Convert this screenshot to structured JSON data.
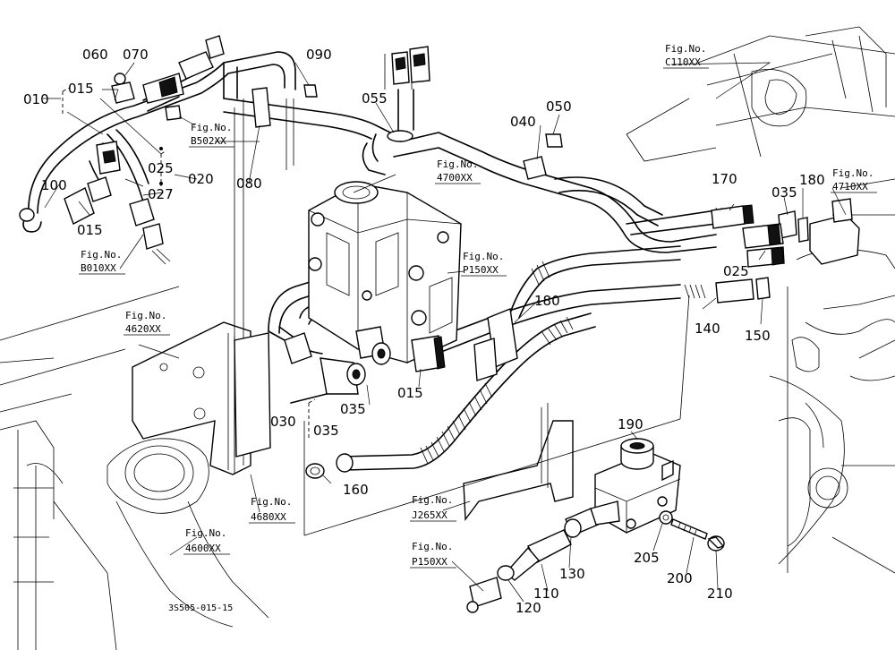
{
  "parts": {
    "p010": "010",
    "p015a": "015",
    "p060": "060",
    "p070": "070",
    "p090": "090",
    "p055": "055",
    "p040": "040",
    "p050": "050",
    "p100": "100",
    "p015b": "015",
    "p025a": "025",
    "p027": "027",
    "p020": "020",
    "p080": "080",
    "p170": "170",
    "p035a": "035",
    "p180a": "180",
    "p025b": "025",
    "p180b": "180",
    "p140": "140",
    "p150": "150",
    "p015c": "015",
    "p035b": "035",
    "p030": "030",
    "p035c": "035",
    "p160": "160",
    "p190": "190",
    "p205": "205",
    "p200": "200",
    "p210": "210",
    "p130": "130",
    "p110": "110",
    "p120": "120"
  },
  "fig_refs": {
    "c110_a": "Fig.No.",
    "c110_b": "C110XX",
    "b502_a": "Fig.No.",
    "b502_b": "B502XX",
    "f4700_a": "Fig.No.",
    "f4700_b": "4700XX",
    "f4710_a": "Fig.No.",
    "f4710_b": "4710XX",
    "p150a_a": "Fig.No.",
    "p150a_b": "P150XX",
    "b010_a": "Fig.No.",
    "b010_b": "B010XX",
    "f4620_a": "Fig.No.",
    "f4620_b": "4620XX",
    "f4680_a": "Fig.No.",
    "f4680_b": "4680XX",
    "f4600_a": "Fig.No.",
    "f4600_b": "4600XX",
    "j265_a": "Fig.No.",
    "j265_b": "J265XX",
    "p150b_a": "Fig.No.",
    "p150b_b": "P150XX"
  },
  "drawing_code": "3S505-015-15"
}
